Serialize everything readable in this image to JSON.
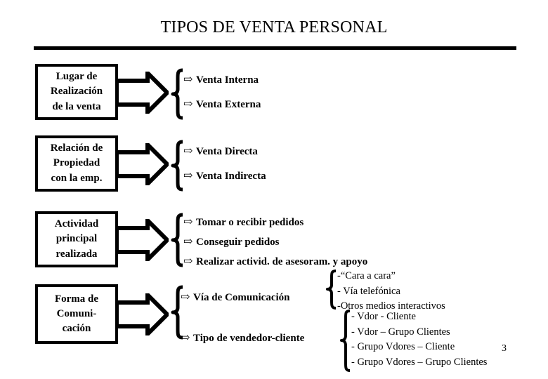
{
  "slide": {
    "title": "TIPOS DE VENTA PERSONAL",
    "page_number": "3",
    "background_color": "#ffffff",
    "ink_color": "#000000",
    "bullet_icon": "hollow-right-arrow",
    "bullet_glyph": "⇨",
    "dash_glyph": "-"
  },
  "groups": [
    {
      "id": "lugar-de-realizacion",
      "box_lines": [
        "Lugar  de",
        "Realización",
        "de la venta"
      ],
      "outcomes": [
        "Venta Interna",
        "Venta Externa"
      ]
    },
    {
      "id": "relacion-de-propiedad",
      "box_lines": [
        "Relación de",
        "Propiedad",
        "con la emp."
      ],
      "outcomes": [
        "Venta Directa",
        "Venta Indirecta"
      ]
    },
    {
      "id": "actividad-principal",
      "box_lines": [
        "Actividad",
        "principal",
        "realizada"
      ],
      "outcomes": [
        "Tomar o recibir pedidos",
        "Conseguir pedidos",
        "Realizar activid. de asesoram. y apoyo"
      ]
    },
    {
      "id": "forma-de-comunicacion",
      "box_lines": [
        "Forma de",
        "Comuni-",
        "cación"
      ],
      "outcomes": [
        "Vía de Comunicación",
        "Tipo de vendedor-cliente"
      ],
      "sub_lists": [
        {
          "id": "via-de-comunicacion-detalle",
          "items": [
            "-“Cara a cara”",
            "- Vía telefónica",
            "-Otros medios interactivos"
          ]
        },
        {
          "id": "tipo-de-vendedor-cliente-detalle",
          "items": [
            "- Vdor - Cliente",
            "- Vdor – Grupo Clientes",
            "- Grupo Vdores – Cliente",
            "- Grupo Vdores – Grupo Clientes"
          ]
        }
      ]
    }
  ]
}
